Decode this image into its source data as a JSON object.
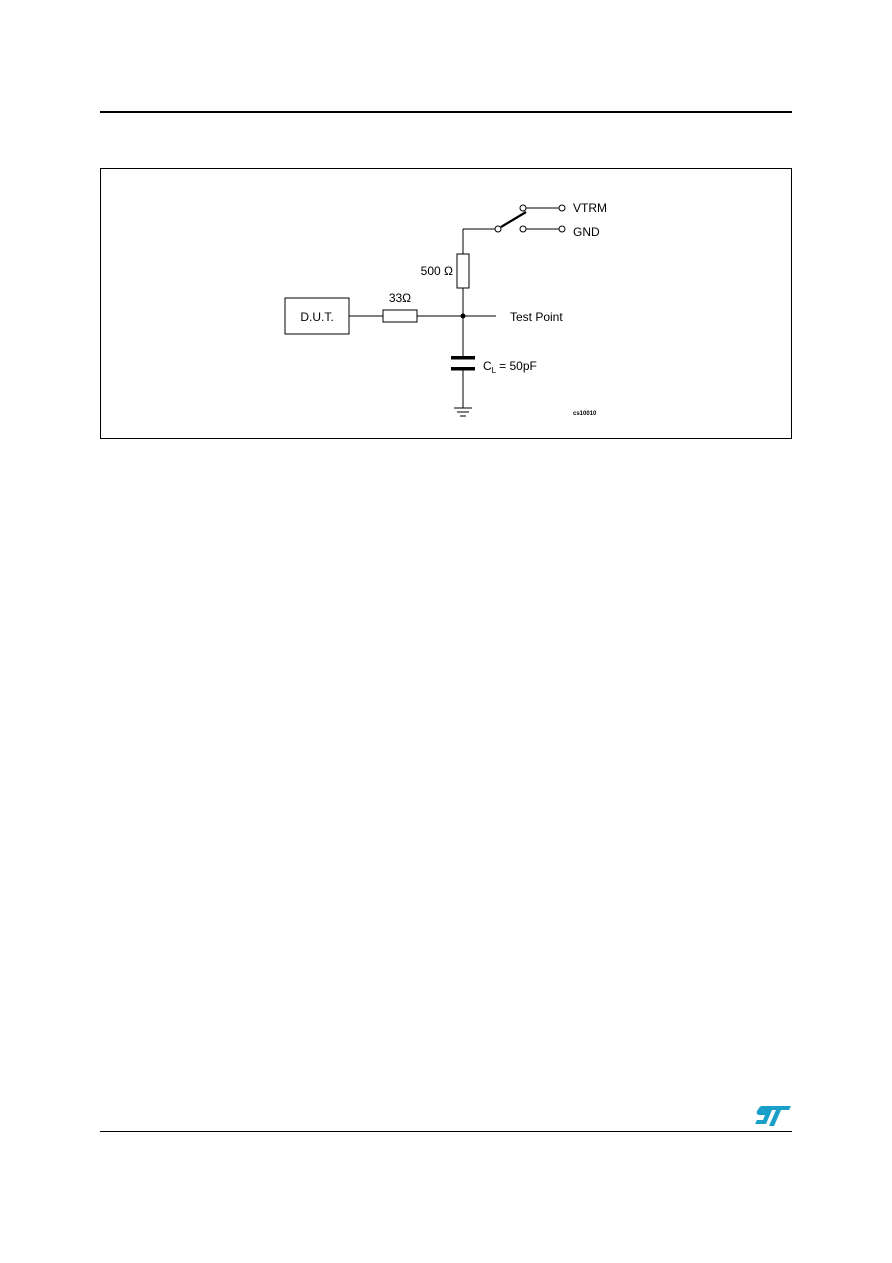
{
  "schematic": {
    "dut_label": "D.U.T.",
    "series_resistor_label": "33Ω",
    "pullup_resistor_label": "500 Ω",
    "switch_upper_label": "VTRM",
    "switch_lower_label": "GND",
    "test_point_label": "Test Point",
    "cap_label_main": "C",
    "cap_label_sub": "L",
    "cap_label_value": "= 50pF",
    "figure_code": "cs10010"
  },
  "branding": {
    "logo_text": "ST",
    "logo_color": "#1aa0c8"
  }
}
